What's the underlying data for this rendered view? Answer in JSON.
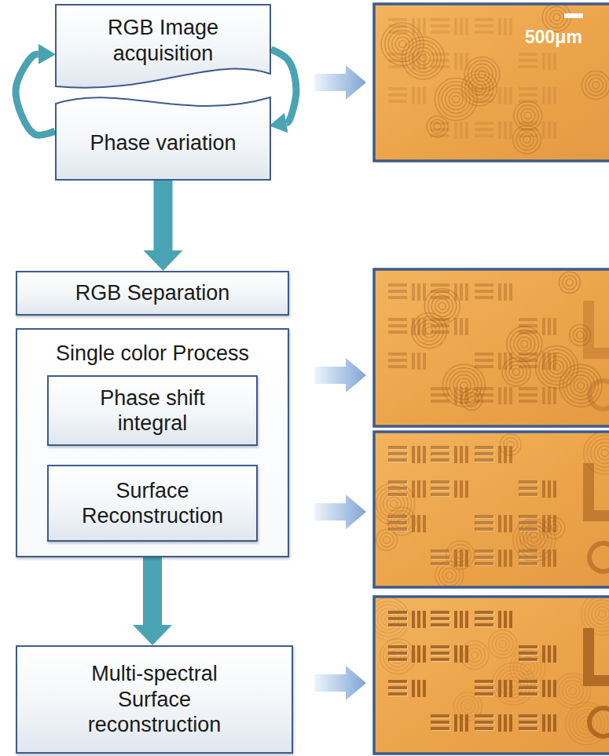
{
  "diagram": {
    "nodes": [
      {
        "text": [
          "RGB Image acquisition"
        ]
      },
      {
        "text": [
          "Phase variation"
        ]
      },
      {
        "text": [
          "RGB Separation"
        ]
      },
      {
        "text": [
          "Single color Process"
        ]
      },
      {
        "text": [
          "Phase shift integral"
        ],
        "in": 3
      },
      {
        "text": [
          "Surface Reconstruction"
        ],
        "in": 3
      },
      {
        "text": [
          "Multi-spectral Surface reconstruction"
        ]
      }
    ],
    "edges": [
      {
        "from": 0,
        "to": 1,
        "arrow": "to"
      },
      {
        "from": 1,
        "to": 0,
        "arrow": "to"
      },
      {
        "from": 1,
        "to": 2,
        "arrow": "to"
      },
      {
        "from": 3,
        "to": 6,
        "arrow": "to"
      }
    ],
    "labels": [
      "500μm"
    ]
  }
}
